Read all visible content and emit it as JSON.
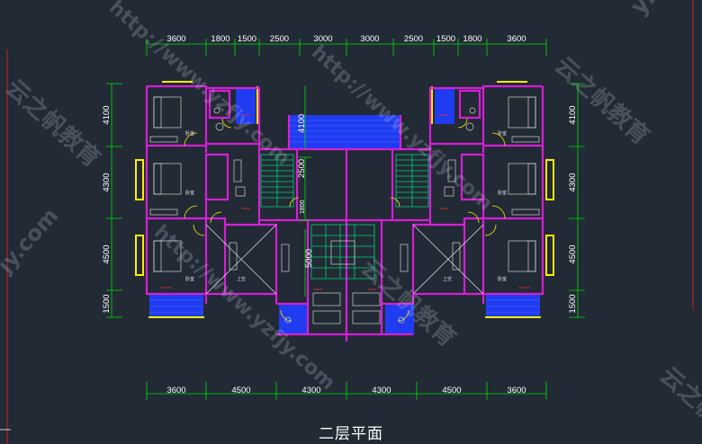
{
  "title": "二层平面",
  "dims_top": [
    "3600",
    "1800",
    "1500",
    "2500",
    "3000",
    "3000",
    "2500",
    "1500",
    "1800",
    "3600"
  ],
  "dims_bottom": [
    "3600",
    "4500",
    "4300",
    "4300",
    "4500",
    "3600"
  ],
  "dims_left": [
    "4100",
    "4300",
    "4500",
    "1500"
  ],
  "dims_right": [
    "4100",
    "4300",
    "4500",
    "1500"
  ],
  "inner_dims": {
    "stair_upper": "2500",
    "stair_lower": "5000",
    "upper_vertical": "4100",
    "small": "1800"
  },
  "room_labels": {
    "bedroom": "卧室",
    "void": "上空",
    "up_void": "上空"
  },
  "watermarks": {
    "url": "http://www.yzfjy.com",
    "brand": "云之帆教育",
    "short": "yzfjy",
    "dotcom": "jy.com",
    "zh": "云之帆"
  },
  "colors": {
    "background": "#222a35",
    "wall": "#d61fd6",
    "window": "#ffee00",
    "dim": "#00e000",
    "stair": "#00d27a",
    "balcony": "#1f3cf0",
    "furniture": "#d0d0d0"
  }
}
